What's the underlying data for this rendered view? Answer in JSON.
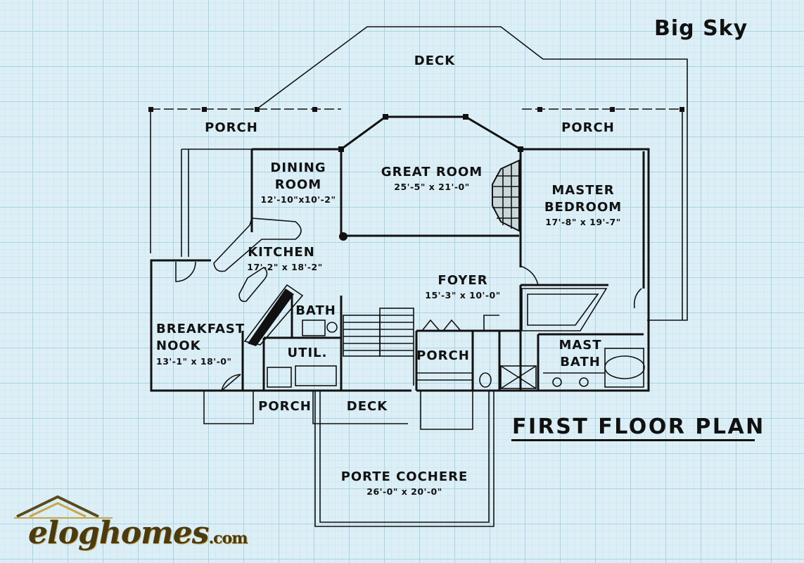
{
  "brand": {
    "plan_name": "Big Sky",
    "logo_text": "eloghomes",
    "logo_tld": ".com"
  },
  "plan_title": "FIRST FLOOR PLAN",
  "rooms": {
    "deck_top": {
      "name": "DECK"
    },
    "porch_left": {
      "name": "PORCH"
    },
    "porch_right": {
      "name": "PORCH"
    },
    "dining": {
      "line1": "DINING",
      "line2": "ROOM",
      "dim": "12'-10\"x10'-2\""
    },
    "great": {
      "name": "GREAT ROOM",
      "dim": "25'-5\" x 21'-0\""
    },
    "master": {
      "line1": "MASTER",
      "line2": "BEDROOM",
      "dim": "17'-8\" x 19'-7\""
    },
    "kitchen": {
      "name": "KITCHEN",
      "dim": "17'-2\" x 18'-2\""
    },
    "foyer": {
      "name": "FOYER",
      "dim": "15'-3\" x 10'-0\""
    },
    "bath": {
      "name": "BATH"
    },
    "breakfast": {
      "line1": "BREAKFAST",
      "line2": "NOOK",
      "dim": "13'-1\" x 18'-0\""
    },
    "util": {
      "name": "UTIL."
    },
    "porch_center": {
      "name": "PORCH"
    },
    "mast_bath": {
      "line1": "MAST",
      "line2": "BATH"
    },
    "porch_bottom": {
      "name": "PORCH"
    },
    "deck_bottom": {
      "name": "DECK"
    },
    "porte": {
      "name": "PORTE COCHERE",
      "dim": "26'-0\" x 20'-0\""
    }
  }
}
